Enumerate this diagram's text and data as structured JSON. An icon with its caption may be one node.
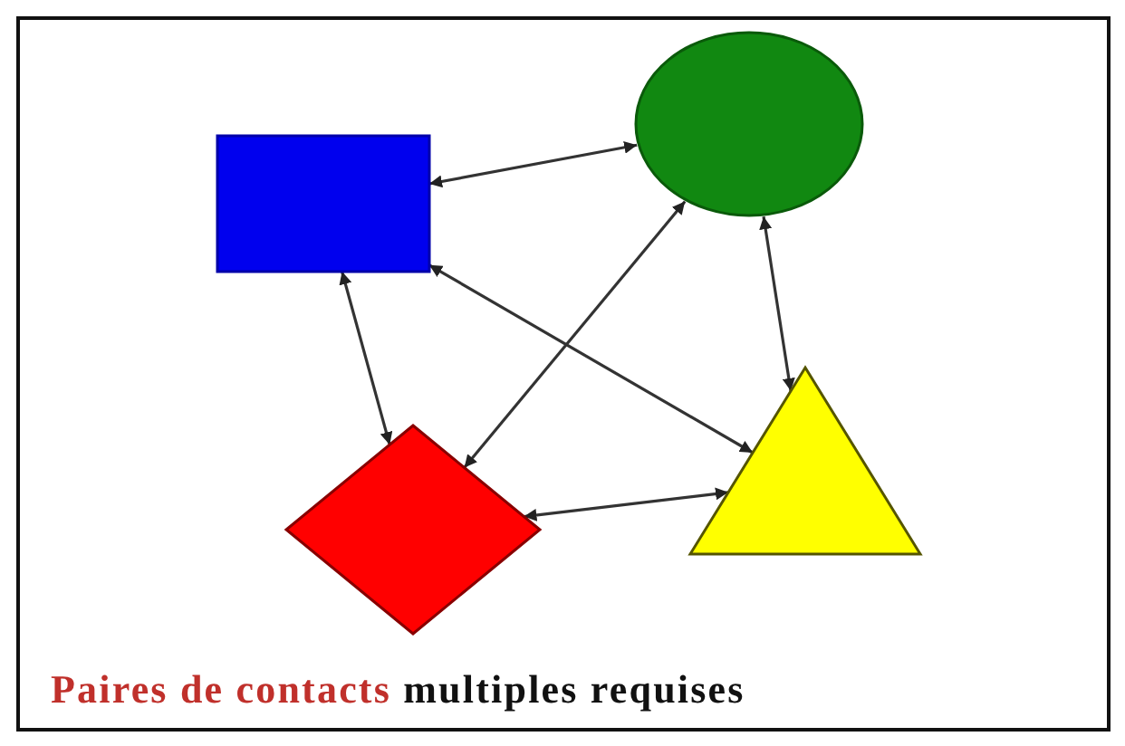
{
  "diagram": {
    "nodes": [
      {
        "text": [],
        "shape": "box"
      },
      {
        "text": [],
        "shape": "circle"
      },
      {
        "text": [],
        "shape": "diamond"
      },
      {
        "text": [],
        "shape": "triangle"
      }
    ],
    "edges": [
      {
        "from": 0,
        "to": 1,
        "arrow": "both"
      },
      {
        "from": 0,
        "to": 2,
        "arrow": "both"
      },
      {
        "from": 0,
        "to": 3,
        "arrow": "both"
      },
      {
        "from": 1,
        "to": 2,
        "arrow": "both"
      },
      {
        "from": 1,
        "to": 3,
        "arrow": "both"
      },
      {
        "from": 2,
        "to": 3,
        "arrow": "both"
      }
    ],
    "labels": [
      "Paires de contacts",
      "multiples requises"
    ]
  }
}
